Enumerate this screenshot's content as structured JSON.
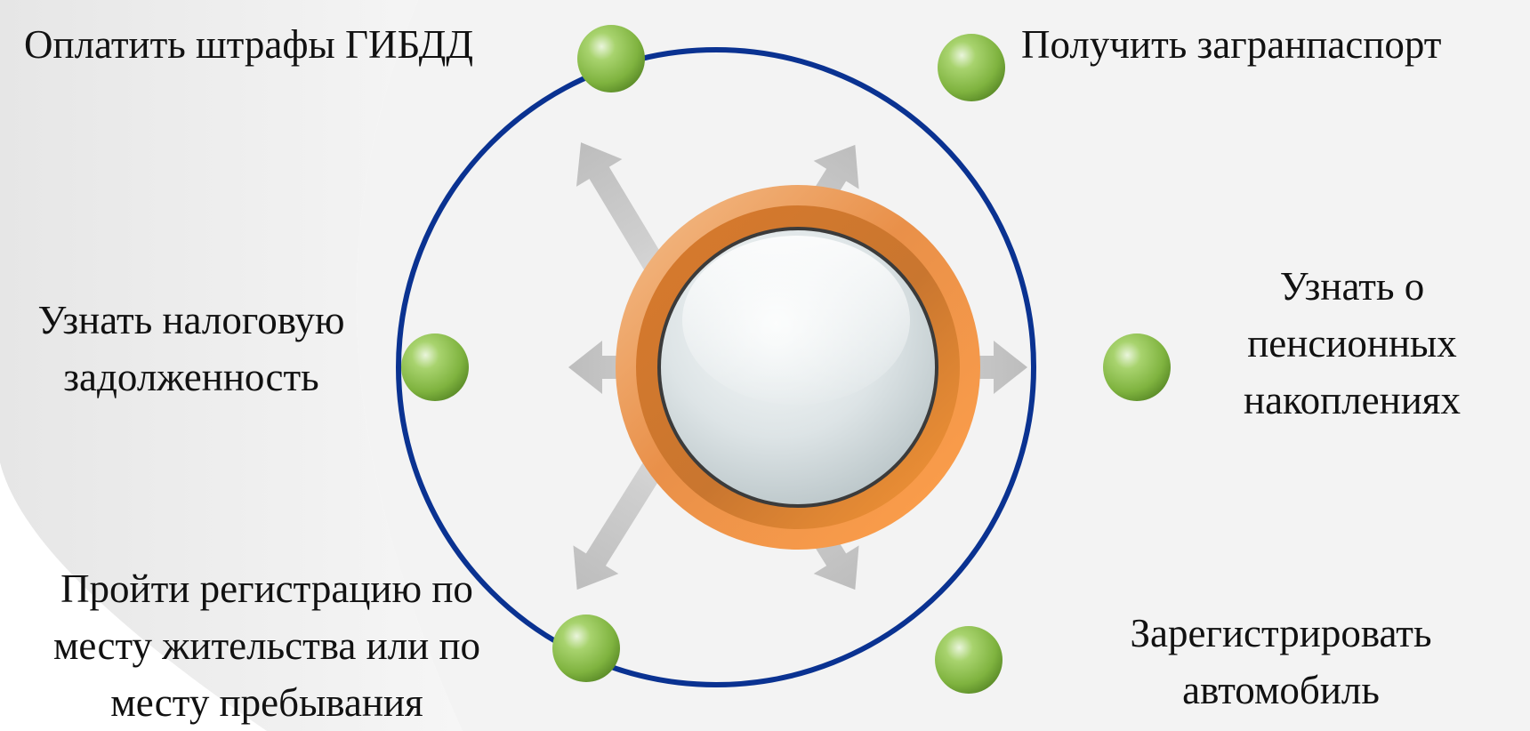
{
  "diagram": {
    "center": {
      "label": ""
    },
    "nodes": [
      {
        "id": "top-left",
        "lines": [
          "Оплатить штрафы ГИБДД"
        ]
      },
      {
        "id": "top-right",
        "lines": [
          "Получить загранпаспорт"
        ]
      },
      {
        "id": "left",
        "lines": [
          "Узнать налоговую",
          "задолженность"
        ]
      },
      {
        "id": "right",
        "lines": [
          "Узнать о",
          "пенсионных",
          "накоплениях"
        ]
      },
      {
        "id": "bottom-left",
        "lines": [
          "Пройти регистрацию по",
          "месту жительства или по",
          "месту пребывания"
        ]
      },
      {
        "id": "bottom-right",
        "lines": [
          "Зарегистрировать",
          "автомобиль"
        ]
      }
    ],
    "colors": {
      "ring": "#0a3291",
      "node": "#84bb48",
      "hub_outer": "#e9914a",
      "hub_inner": "#d9e1e4",
      "arrow": "#c9c9c9",
      "background_shape": "#ededed"
    }
  }
}
